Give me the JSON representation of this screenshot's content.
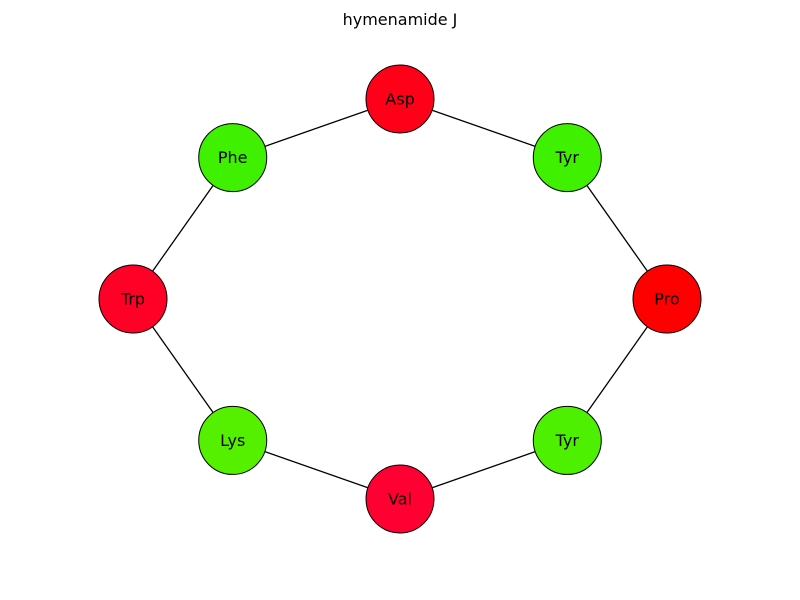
{
  "title": "hymenamide J",
  "nodes": [
    {
      "id": "n0",
      "label": "Asp",
      "color": "#ff0019"
    },
    {
      "id": "n1",
      "label": "Tyr",
      "color": "#3ff000"
    },
    {
      "id": "n2",
      "label": "Pro",
      "color": "#ff0000"
    },
    {
      "id": "n3",
      "label": "Tyr",
      "color": "#4df000"
    },
    {
      "id": "n4",
      "label": "Val",
      "color": "#ff0033"
    },
    {
      "id": "n5",
      "label": "Lys",
      "color": "#55f000"
    },
    {
      "id": "n6",
      "label": "Trp",
      "color": "#ff0026"
    },
    {
      "id": "n7",
      "label": "Phe",
      "color": "#3ff000"
    }
  ],
  "edges": [
    [
      "n0",
      "n1"
    ],
    [
      "n1",
      "n2"
    ],
    [
      "n2",
      "n3"
    ],
    [
      "n3",
      "n4"
    ],
    [
      "n4",
      "n5"
    ],
    [
      "n5",
      "n6"
    ],
    [
      "n6",
      "n7"
    ],
    [
      "n7",
      "n0"
    ]
  ]
}
